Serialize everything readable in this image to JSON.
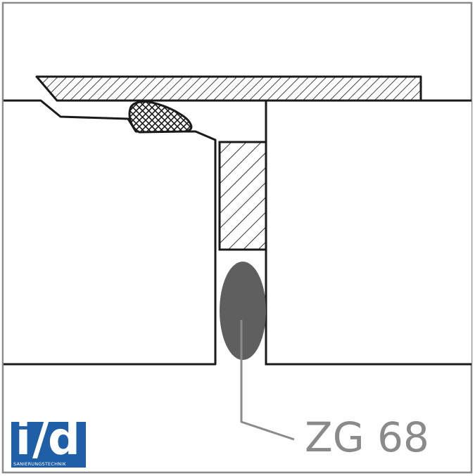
{
  "callout": {
    "label": "ZG 68",
    "color": "#8a8a8a"
  },
  "logo": {
    "main_left": "i",
    "main_slash": "/",
    "main_right": "d",
    "subtitle": "SANIERUNGSTECHNIK",
    "color": "#1f5fa8"
  },
  "colors": {
    "line": "#1a1a1a",
    "seal": "#5f5f5f",
    "frame": "#8a8a8a",
    "background": "#ffffff"
  }
}
